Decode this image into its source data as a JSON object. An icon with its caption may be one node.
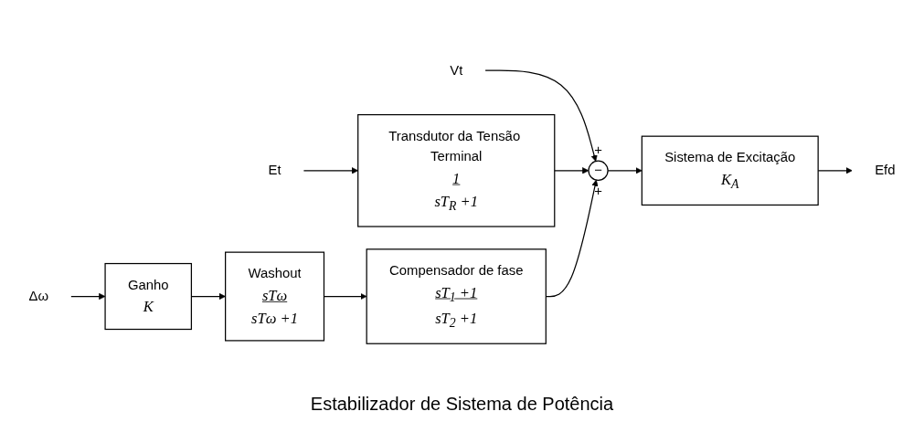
{
  "diagram": {
    "caption": "Estabilizador de Sistema de Potência",
    "nodes": [
      {
        "text": [
          "Vt"
        ]
      },
      {
        "text": [
          "Transdutor da Tensão Terminal",
          "1",
          "sT$_{R}$ +1"
        ]
      },
      {
        "text": [
          "Sistema de Excitação",
          "K$_{A}$"
        ]
      },
      {
        "text": [
          "Et"
        ]
      },
      {
        "text": [
          "+",
          "−",
          "+"
        ]
      },
      {
        "text": [
          "Efd"
        ]
      },
      {
        "text": [
          "Δω"
        ]
      },
      {
        "text": [
          "Ganho",
          "K"
        ]
      },
      {
        "text": [
          "Washout",
          "sTω",
          "sTω +1"
        ]
      },
      {
        "text": [
          "Compensador de fase",
          "sT$_{1}$ +1",
          "sT$_{2}$ +1"
        ]
      }
    ],
    "edges": [
      {
        "from": 0,
        "to": 4,
        "arrow": "to"
      },
      {
        "from": 3,
        "to": 1,
        "arrow": "to"
      },
      {
        "from": 1,
        "to": 4,
        "arrow": "to"
      },
      {
        "from": 4,
        "to": 2,
        "arrow": "to"
      },
      {
        "from": 2,
        "to": 5,
        "arrow": "to"
      },
      {
        "from": 6,
        "to": 7,
        "arrow": "to"
      },
      {
        "from": 7,
        "to": 8,
        "arrow": "to"
      },
      {
        "from": 8,
        "to": 9,
        "arrow": "to"
      },
      {
        "from": 9,
        "to": 4,
        "arrow": "to"
      }
    ]
  }
}
